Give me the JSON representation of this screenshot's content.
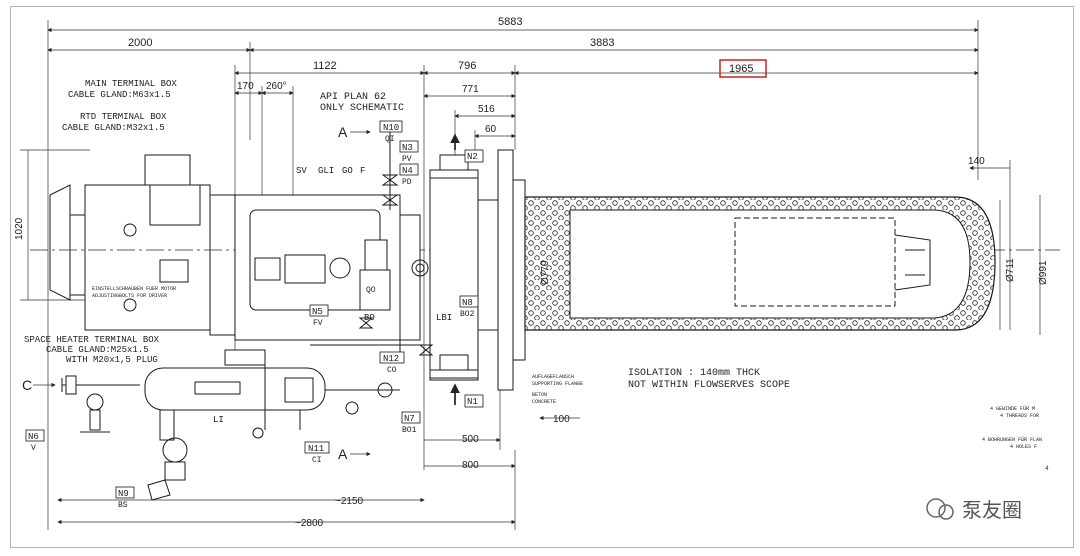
{
  "dimensions": {
    "overall": "5883",
    "left_length": "2000",
    "right_length": "3883",
    "seal_length": "1122",
    "mid_796": "796",
    "highlight_1965": "1965",
    "d170": "170",
    "d260": "260°",
    "d771": "771",
    "d516": "516",
    "d60": "60",
    "d140": "140",
    "h1020": "1020",
    "dia770": "Ø770",
    "dia711": "Ø711",
    "dia991": "Ø991",
    "d500": "500",
    "d800": "800",
    "d100": "100",
    "d2150": "~2150",
    "d2800": "~2800"
  },
  "labels": {
    "main_terminal_box": "MAIN TERMINAL BOX",
    "main_gland": "CABLE GLAND:M63x1.5",
    "rtd_terminal_box": "RTD TERMINAL BOX",
    "rtd_gland": "CABLE GLAND:M32x1.5",
    "space_heater_1": "SPACE HEATER TERMINAL BOX",
    "space_heater_2": "CABLE GLAND:M25x1.5",
    "space_heater_3": "WITH M20x1,5 PLUG",
    "api_plan_1": "API PLAN 62",
    "api_plan_2": "ONLY SCHEMATIC",
    "isolation_1": "ISOLATION : 140mm THCK",
    "isolation_2": "NOT WITHIN FLOWSERVES SCOPE",
    "adjust_note_1": "EINSTELLSCHRAUBEN FUER MOTOR",
    "adjust_note_2": "ADJUSTINGBOLTS FOR DRIVER",
    "support_1": "AUFLAGEFLANSCH",
    "support_2": "SUPPORTING FLANGE",
    "beton_1": "BETON",
    "beton_2": "CONCRETE",
    "note_r1": "4 GEWINDE FÜR M",
    "note_r2": "4 THREADS FOR",
    "note_r3": "4 BOHRUNGEN FÜR FLAN",
    "note_r4": "4 HOLES F",
    "note_r5": "4",
    "sv": "SV",
    "gli": "GLI",
    "go": "GO",
    "f": "F",
    "li": "LI",
    "lbi": "LBI",
    "bo": "BO",
    "qo": "QO",
    "a1": "A",
    "a2": "A",
    "c": "C"
  },
  "tags": [
    {
      "id": "N10",
      "sub": "QI"
    },
    {
      "id": "N3",
      "sub": "PV"
    },
    {
      "id": "N4",
      "sub": "PD"
    },
    {
      "id": "N2",
      "sub": ""
    },
    {
      "id": "N5",
      "sub": "FV"
    },
    {
      "id": "N8",
      "sub": "BO2"
    },
    {
      "id": "N12",
      "sub": "CO"
    },
    {
      "id": "N7",
      "sub": "BO1"
    },
    {
      "id": "N1",
      "sub": ""
    },
    {
      "id": "N11",
      "sub": "CI"
    },
    {
      "id": "N6",
      "sub": "V"
    },
    {
      "id": "N9",
      "sub": "BS"
    }
  ],
  "watermark": "泵友圈",
  "colors": {
    "line": "#1a1a1a",
    "highlight": "#d12020",
    "background": "#ffffff"
  }
}
